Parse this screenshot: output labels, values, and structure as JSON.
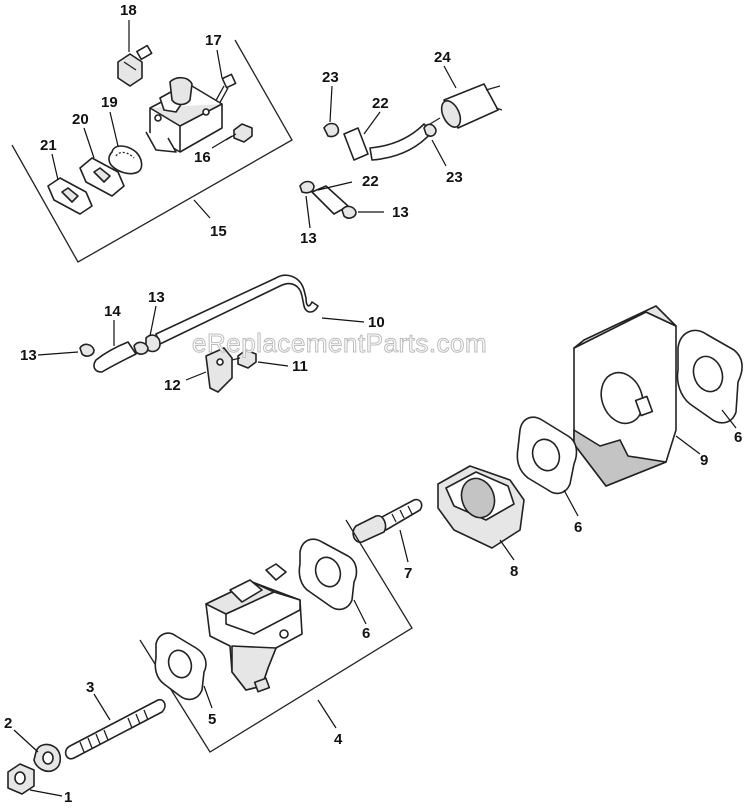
{
  "watermark": "eReplacementParts.com",
  "callouts": [
    {
      "id": "c18",
      "text": "18"
    },
    {
      "id": "c17",
      "text": "17"
    },
    {
      "id": "c20",
      "text": "20"
    },
    {
      "id": "c19",
      "text": "19"
    },
    {
      "id": "c21",
      "text": "21"
    },
    {
      "id": "c16",
      "text": "16"
    },
    {
      "id": "c15",
      "text": "15"
    },
    {
      "id": "c23a",
      "text": "23"
    },
    {
      "id": "c24",
      "text": "24"
    },
    {
      "id": "c22a",
      "text": "22"
    },
    {
      "id": "c23b",
      "text": "23"
    },
    {
      "id": "c22b",
      "text": "22"
    },
    {
      "id": "c13a",
      "text": "13"
    },
    {
      "id": "c13b",
      "text": "13"
    },
    {
      "id": "c14",
      "text": "14"
    },
    {
      "id": "c13c",
      "text": "13"
    },
    {
      "id": "c10",
      "text": "10"
    },
    {
      "id": "c13d",
      "text": "13"
    },
    {
      "id": "c11",
      "text": "11"
    },
    {
      "id": "c12",
      "text": "12"
    },
    {
      "id": "c9",
      "text": "9"
    },
    {
      "id": "c6a",
      "text": "6"
    },
    {
      "id": "c6b",
      "text": "6"
    },
    {
      "id": "c8",
      "text": "8"
    },
    {
      "id": "c7",
      "text": "7"
    },
    {
      "id": "c6c",
      "text": "6"
    },
    {
      "id": "c5",
      "text": "5"
    },
    {
      "id": "c4",
      "text": "4"
    },
    {
      "id": "c3",
      "text": "3"
    },
    {
      "id": "c2",
      "text": "2"
    },
    {
      "id": "c1",
      "text": "1"
    }
  ]
}
